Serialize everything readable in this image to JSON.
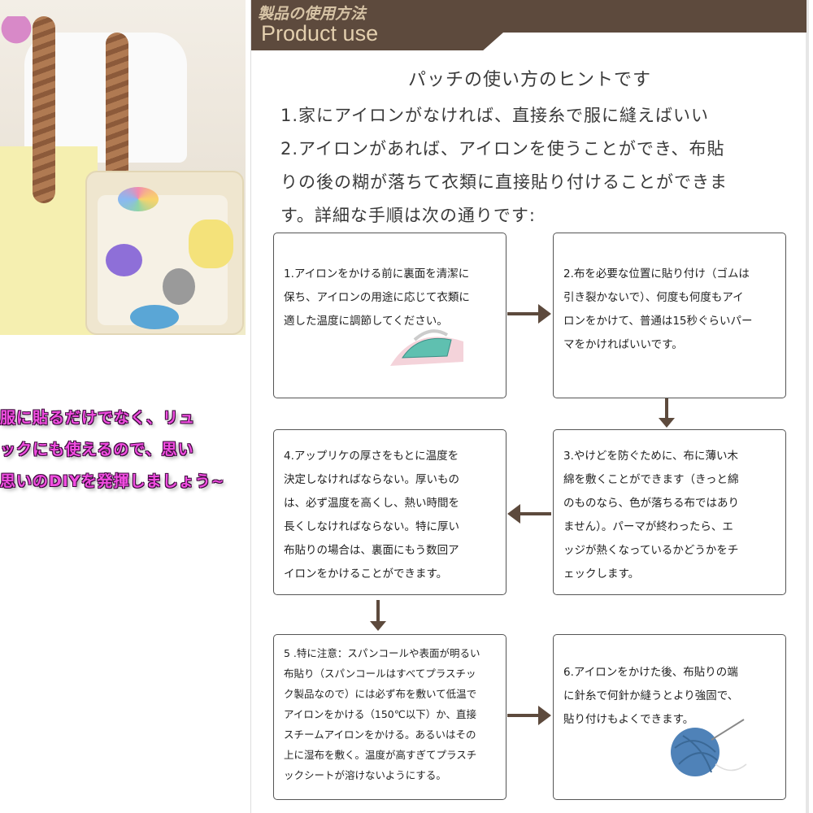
{
  "header": {
    "title_jp": "製品の使用方法",
    "title_en": "Product use"
  },
  "intro": {
    "title": "パッチの使い方のヒントです",
    "text": "1.家にアイロンがなければ、直接糸で服に縫えばいい\n2.アイロンがあれば、アイロンを使うことができ、布貼\nりの後の糊が落ちて衣類に直接貼り付けることができま\nす。詳細な手順は次の通りです:"
  },
  "steps": [
    {
      "text": "1.アイロンをかける前に裏面を清潔に\n保ち、アイロンの用途に応じて衣類に\n適した温度に調節してください。"
    },
    {
      "text": "2.布を必要な位置に貼り付け（ゴムは\n引き裂かないで）、何度も何度もアイ\nロンをかけて、普通は15秒ぐらいパー\nマをかければいいです。"
    },
    {
      "text": "3.やけどを防ぐために、布に薄い木\n綿を敷くことができます（きっと綿\nのものなら、色が落ちる布ではあり\nません）。パーマが終わったら、エ\nッジが熱くなっているかどうかをチ\nェックします。"
    },
    {
      "text": "4.アップリケの厚さをもとに温度を\n決定しなければならない。厚いもの\nは、必ず温度を高くし、熱い時間を\n長くしなければならない。特に厚い\n布貼りの場合は、裏面にもう数回ア\nイロンをかけることができます。"
    },
    {
      "text": "5 .特に注意：スパンコールや表面が明るい\n布貼り（スパンコールはすべてプラスチッ\nク製品なので）には必ず布を敷いて低温で\nアイロンをかける（150℃以下）か、直接\nスチームアイロンをかける。あるいはその\n上に湿布を敷く。温度が高すぎてプラスチ\nックシートが溶けないようにする。"
    },
    {
      "text": "6.アイロンをかけた後、布貼りの端\nに針糸で何針か縫うとより強固で、\n貼り付けもよくできます。"
    }
  ],
  "promo": {
    "text": "服に貼るだけでなく、リュ\nックにも使えるので、思い\n思いのDIYを発揮しましょう~"
  },
  "colors": {
    "brown": "#5d4a3d",
    "header_text": "#d6c3a5",
    "promo": "#f04de0"
  }
}
